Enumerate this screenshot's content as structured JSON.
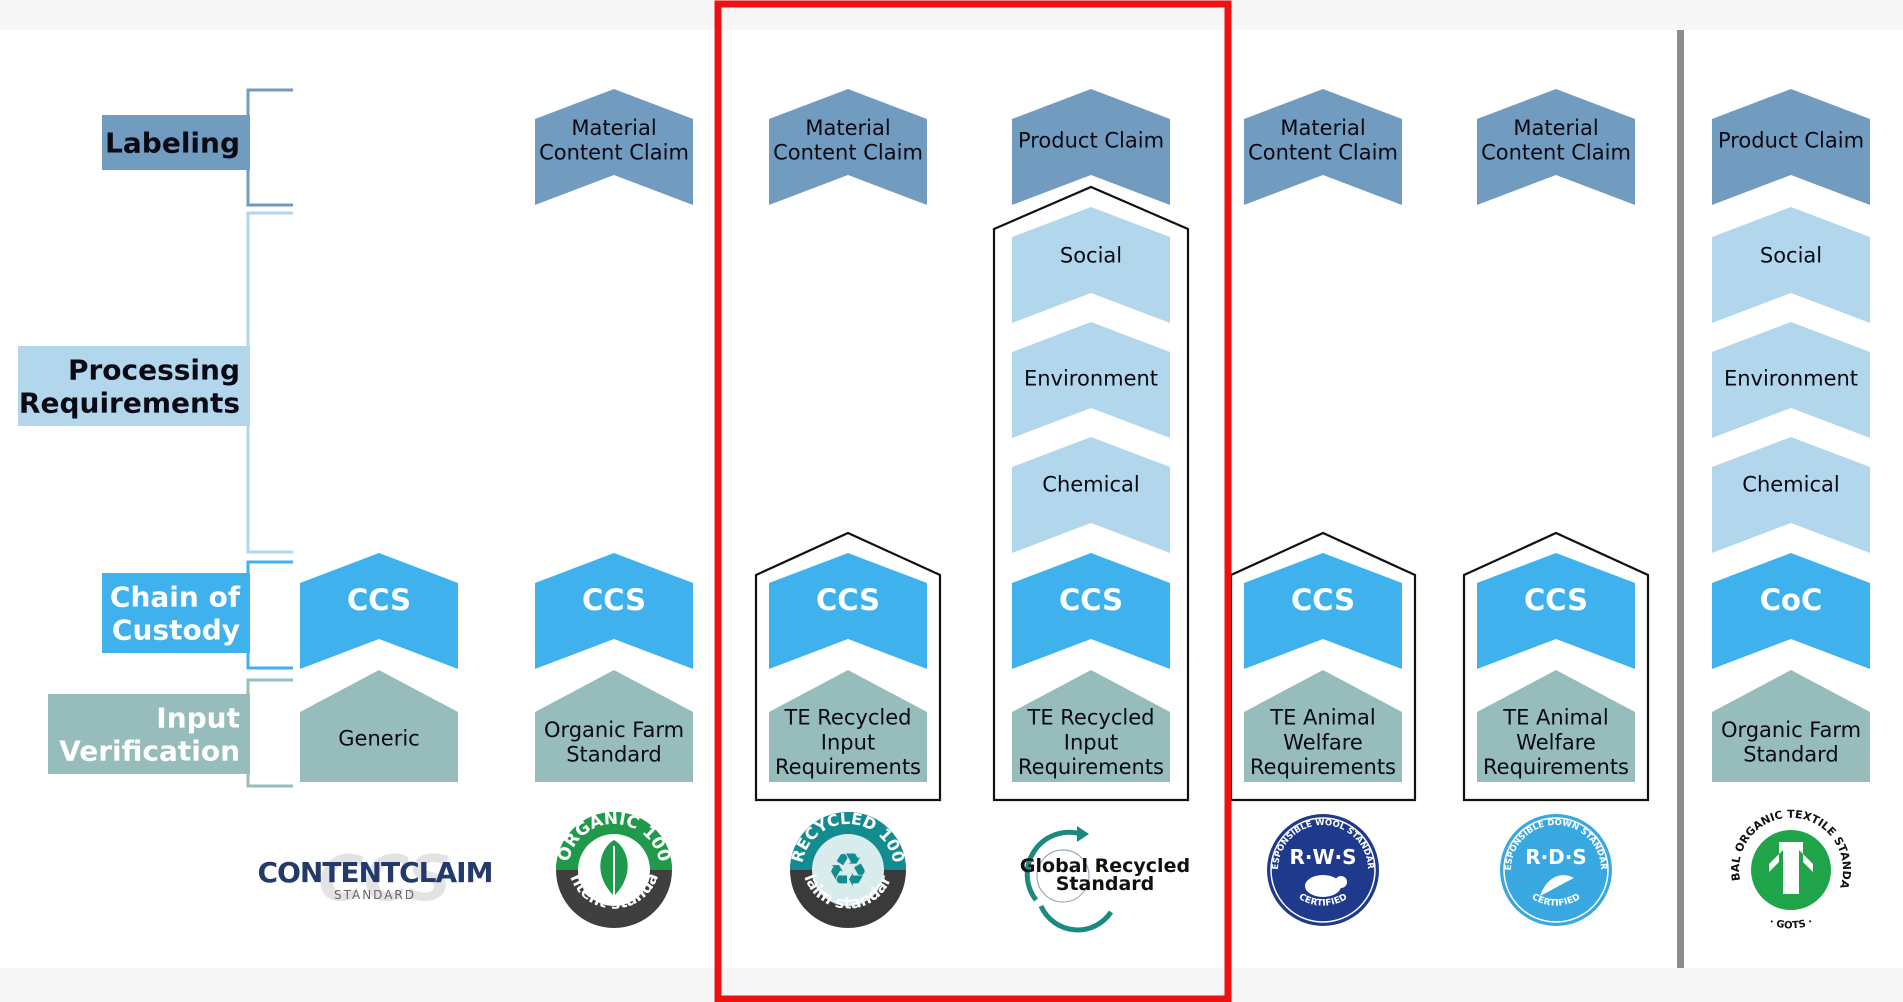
{
  "colors": {
    "labeling": "#729bc0",
    "processing": "#b2d7ec",
    "chain": "#3fb1ec",
    "input": "#96bcbc",
    "highlight": "#ee1111",
    "bracket_dark": "#729bc0",
    "bracket_light": "#b2d7ec",
    "divider": "#8c8c8c"
  },
  "rows": [
    {
      "key": "labeling",
      "label": "Labeling"
    },
    {
      "key": "processing",
      "label": "Processing Requirements"
    },
    {
      "key": "chain",
      "label": "Chain of Custody"
    },
    {
      "key": "input",
      "label": "Input Verification"
    }
  ],
  "standards": [
    {
      "id": "ccs",
      "labeling": "",
      "processing": [],
      "chain": "CCS",
      "input": "Generic",
      "logo": {
        "icon": "content-claim-standard-logo",
        "text": "CONTENTCLAIM",
        "subtext": "STANDARD",
        "watermark": "CCS"
      }
    },
    {
      "id": "ocs",
      "labeling": "Material Content Claim",
      "processing": [],
      "chain": "CCS",
      "input": "Organic Farm Standard",
      "logo": {
        "icon": "organic-100-content-standard-logo",
        "text": "ORGANIC 100",
        "subtext": "content standard"
      }
    },
    {
      "id": "rcs",
      "labeling": "Material Content Claim",
      "processing": [],
      "chain": "CCS",
      "input": "TE Recycled Input Requirements",
      "outlined": true,
      "logo": {
        "icon": "recycled-100-claim-standard-logo",
        "text": "RECYCLED 100",
        "subtext": "claim standard"
      }
    },
    {
      "id": "grs",
      "labeling": "Product Claim",
      "processing": [
        "Social",
        "Environment",
        "Chemical"
      ],
      "chain": "CCS",
      "input": "TE Recycled Input Requirements",
      "outlined": true,
      "logo": {
        "icon": "global-recycled-standard-logo",
        "text": "Global Recycled",
        "subtext": "Standard"
      }
    },
    {
      "id": "rws",
      "labeling": "Material Content Claim",
      "processing": [],
      "chain": "CCS",
      "input": "TE Animal Welfare Requirements",
      "outlined": true,
      "logo": {
        "icon": "responsible-wool-standard-logo",
        "text": "R·W·S",
        "ring": "RESPONSIBLE WOOL STANDARD",
        "subtext": "CERTIFIED"
      }
    },
    {
      "id": "rds",
      "labeling": "Material Content Claim",
      "processing": [],
      "chain": "CCS",
      "input": "TE Animal Welfare Requirements",
      "outlined": true,
      "logo": {
        "icon": "responsible-down-standard-logo",
        "text": "R·D·S",
        "ring": "RESPONSIBLE DOWN STANDARD",
        "subtext": "CERTIFIED"
      }
    },
    {
      "id": "gots",
      "labeling": "Product Claim",
      "processing": [
        "Social",
        "Environment",
        "Chemical"
      ],
      "chain": "CoC",
      "input": "Organic Farm Standard",
      "logo": {
        "icon": "global-organic-textile-standard-logo",
        "ring": "GLOBAL ORGANIC TEXTILE STANDARD",
        "subtext": "GOTS"
      }
    }
  ]
}
